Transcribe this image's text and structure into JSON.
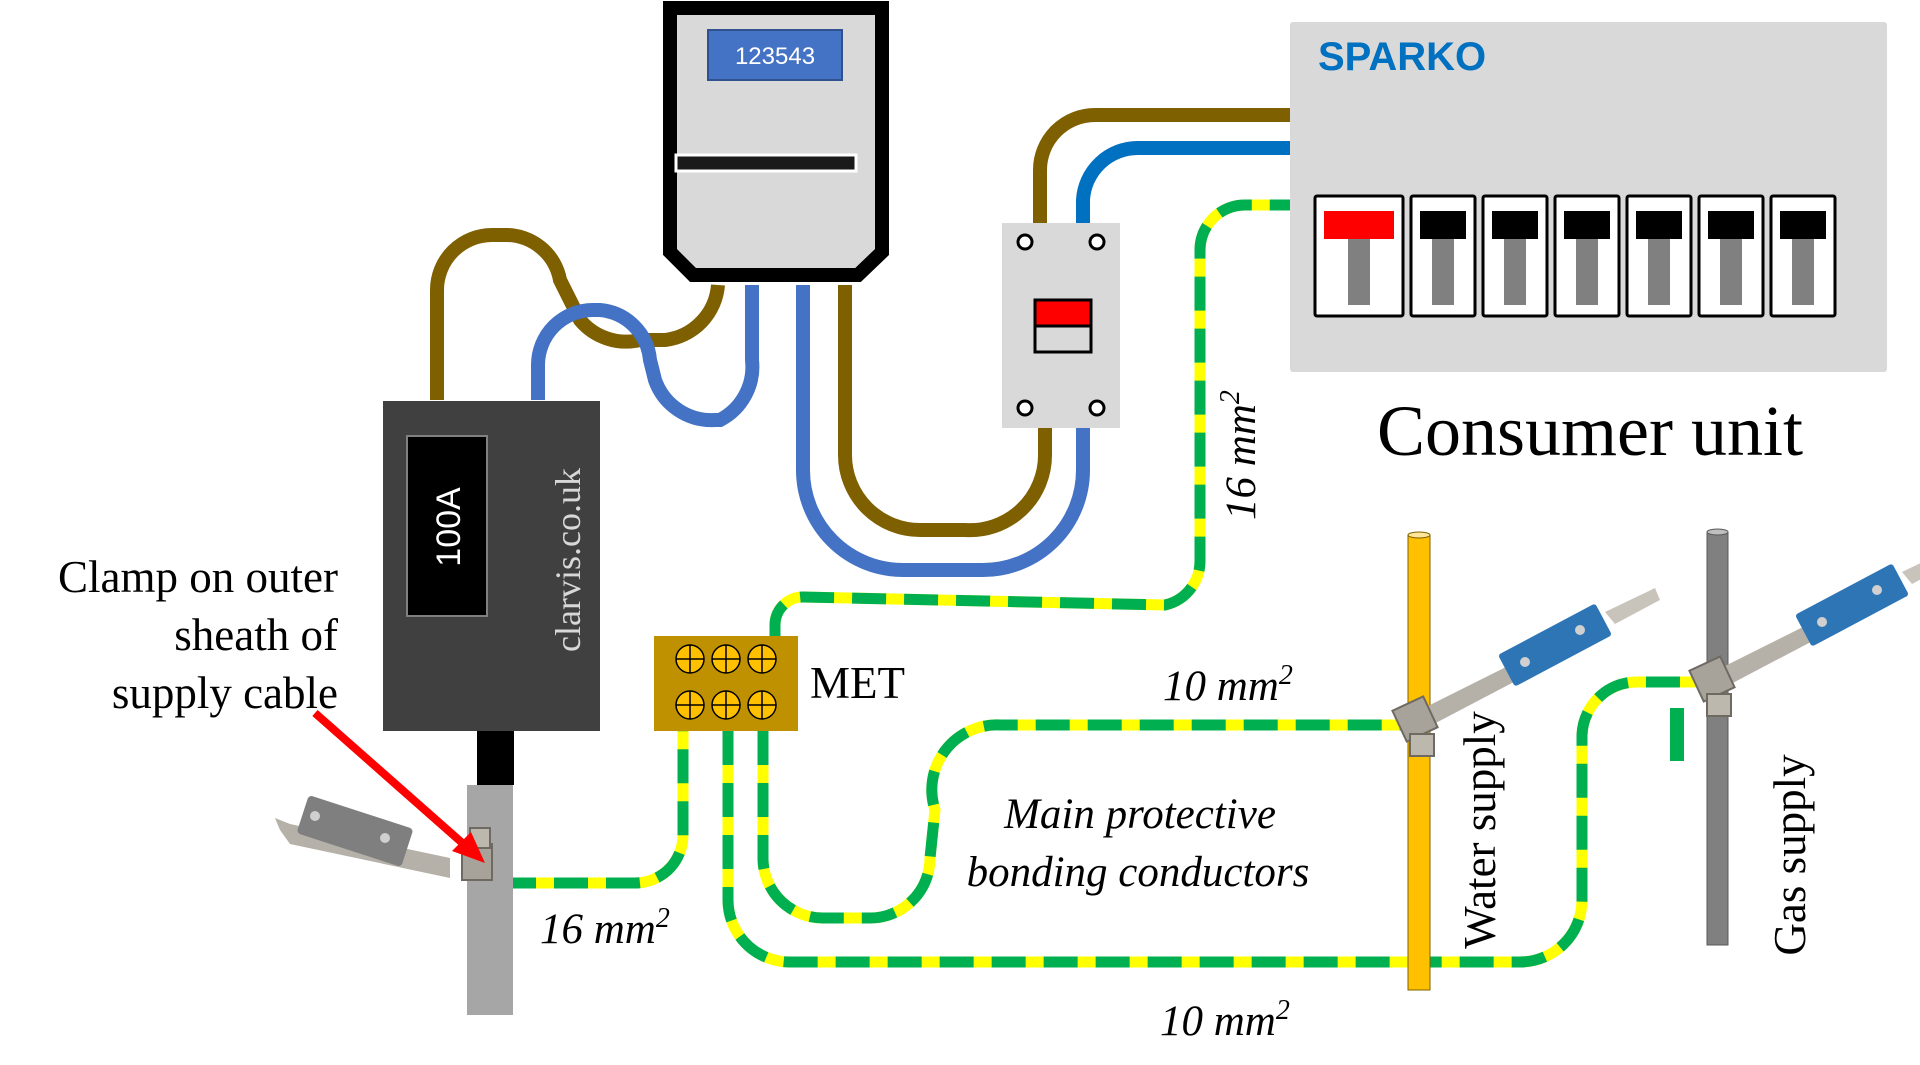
{
  "colors": {
    "live": "#7F6000",
    "neutral_meter": "#4472C4",
    "neutral_cu": "#0070C0",
    "earth_green": "#00B050",
    "earth_yellow": "#FFFF00",
    "meter_body": "#D9D9D9",
    "meter_display": "#4472C4",
    "cutout_body": "#404040",
    "met_body": "#BF9000",
    "met_screw": "#FFC000",
    "water_pipe": "#FFC000",
    "gas_pipe": "#808080",
    "brand": "#0070C0",
    "main_switch_red": "#FF0000",
    "arrow": "#FF0000",
    "tag_blue": "#2E75B6"
  },
  "meter": {
    "reading": "123543"
  },
  "cutout": {
    "rating": "100A",
    "site": "clarvis.co.uk"
  },
  "consumer_unit": {
    "brand": "SPARKO",
    "title": "Consumer unit",
    "breakers": [
      {
        "type": "main-switch"
      },
      {
        "type": "mcb"
      },
      {
        "type": "mcb"
      },
      {
        "type": "mcb"
      },
      {
        "type": "mcb"
      },
      {
        "type": "mcb"
      },
      {
        "type": "mcb"
      }
    ]
  },
  "met": {
    "label": "MET"
  },
  "labels": {
    "clamp_line1": "Clamp on outer",
    "clamp_line2": "sheath of",
    "clamp_line3": "supply cable",
    "cable_16_vertical": "16 mm",
    "cable_16_bottom": "16 mm",
    "cable_10_top": "10 mm",
    "cable_10_bottom": "10 mm",
    "superscript": "2",
    "bonding_line1": "Main protective",
    "bonding_line2": "bonding conductors",
    "water": "Water supply",
    "gas": "Gas supply"
  }
}
